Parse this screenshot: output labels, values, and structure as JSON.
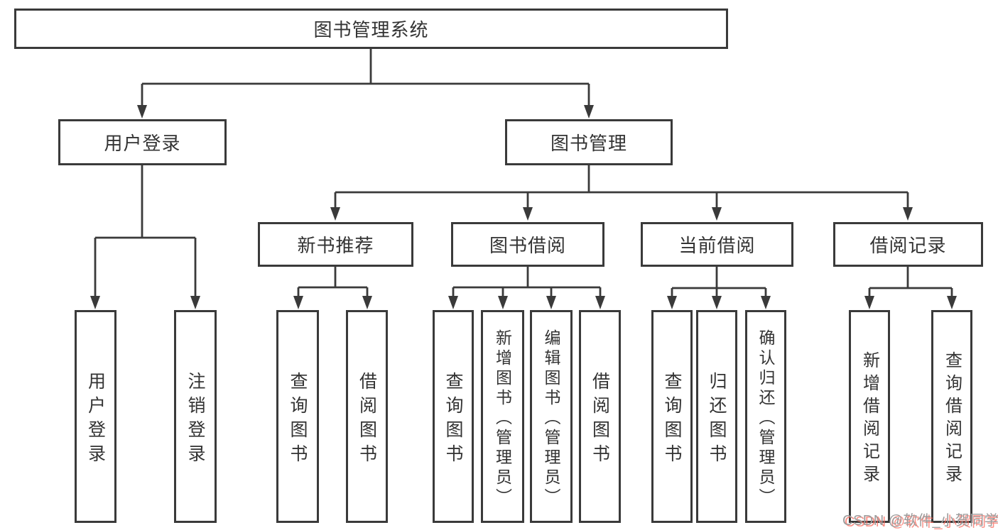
{
  "diagram": {
    "title": "图书管理系统",
    "level2": [
      {
        "label": "用户登录",
        "parent": "图书管理系统"
      },
      {
        "label": "图书管理",
        "parent": "图书管理系统"
      }
    ],
    "level3": [
      {
        "label": "新书推荐",
        "parent": "图书管理"
      },
      {
        "label": "图书借阅",
        "parent": "图书管理"
      },
      {
        "label": "当前借阅",
        "parent": "图书管理"
      },
      {
        "label": "借阅记录",
        "parent": "图书管理"
      }
    ],
    "level4": [
      {
        "label": "用户登录",
        "parent": "用户登录"
      },
      {
        "label": "注销登录",
        "parent": "用户登录"
      },
      {
        "label": "查询图书",
        "parent": "新书推荐"
      },
      {
        "label": "借阅图书",
        "parent": "新书推荐"
      },
      {
        "label": "查询图书",
        "parent": "图书借阅"
      },
      {
        "label": "新增图书（管理员）",
        "parent": "图书借阅"
      },
      {
        "label": "编辑图书（管理员）",
        "parent": "图书借阅"
      },
      {
        "label": "借阅图书",
        "parent": "图书借阅"
      },
      {
        "label": "查询图书",
        "parent": "当前借阅"
      },
      {
        "label": "归还图书",
        "parent": "当前借阅"
      },
      {
        "label": "确认归还（管理员）",
        "parent": "当前借阅"
      },
      {
        "label": "新增借阅记录",
        "parent": "借阅记录"
      },
      {
        "label": "查询借阅记录",
        "parent": "借阅记录"
      }
    ],
    "watermark": "CSDN @软件_小贺同学",
    "colors": {
      "background": "#ffffff",
      "line": "#3a3a3a",
      "box_border": "#3a3a3a",
      "box_fill": "#ffffff",
      "text": "#333333",
      "watermark_text": "#9c9c9c",
      "watermark_shadow": "#fb6a5e"
    }
  }
}
